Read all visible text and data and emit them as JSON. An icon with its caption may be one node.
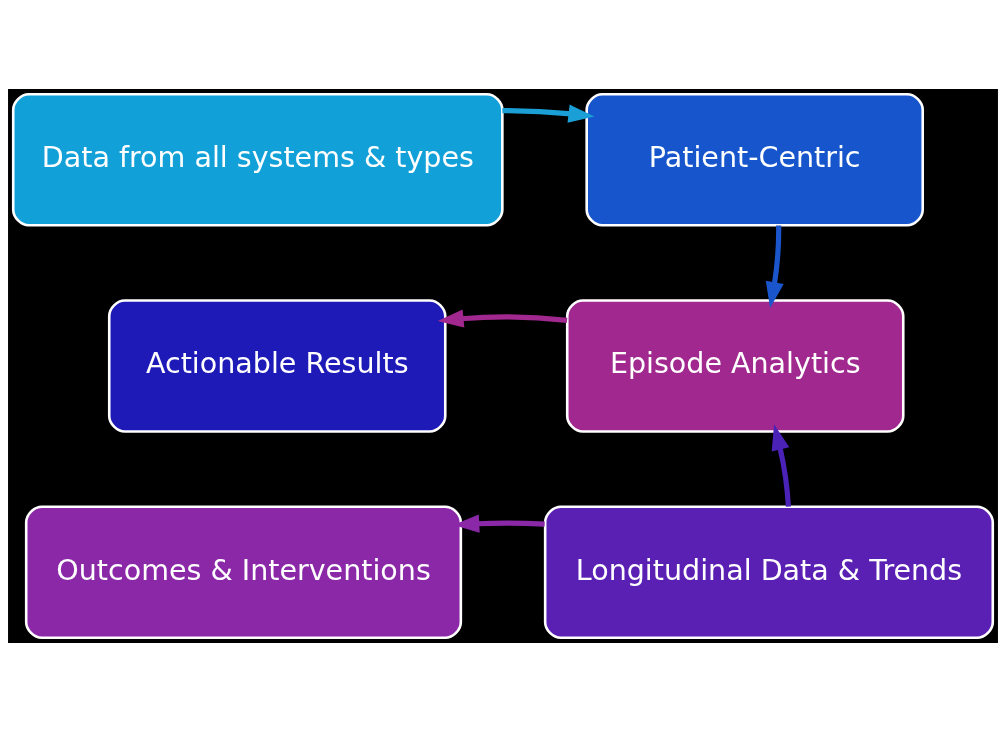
{
  "diagram": {
    "nodes": [
      {
        "text": [
          "Data from all systems & types"
        ]
      },
      {
        "text": [
          "Patient-Centric"
        ]
      },
      {
        "text": [
          "Actionable Results"
        ]
      },
      {
        "text": [
          "Episode Analytics"
        ]
      },
      {
        "text": [
          "Outcomes & Interventions"
        ]
      },
      {
        "text": [
          "Longitudinal Data & Trends"
        ]
      }
    ],
    "edges": [
      {
        "from": 0,
        "to": 1,
        "arrow": "to",
        "color": "#1a9fd6"
      },
      {
        "from": 1,
        "to": 3,
        "arrow": "to",
        "color": "#1a55cc"
      },
      {
        "from": 3,
        "to": 2,
        "arrow": "to",
        "color": "#a0288e"
      },
      {
        "from": 5,
        "to": 3,
        "arrow": "to",
        "color": "#4a22b8"
      },
      {
        "from": 5,
        "to": 4,
        "arrow": "to",
        "color": "#8a28a8"
      }
    ]
  }
}
